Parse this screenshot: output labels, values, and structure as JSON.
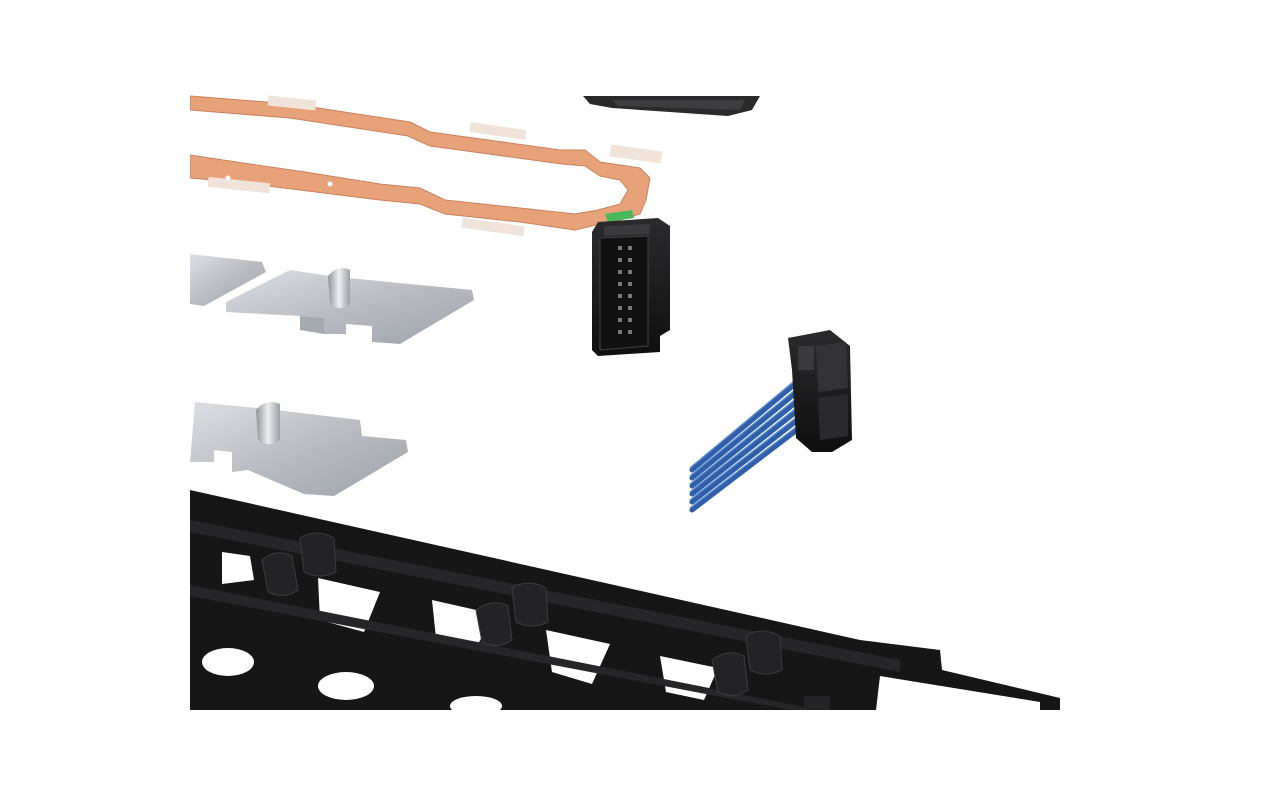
{
  "scene": {
    "background_color": "#ffffff",
    "components": [
      {
        "name": "copper-busbar-flex-circuit",
        "color": "#e8a27a"
      },
      {
        "name": "black-pin-header-connector",
        "color": "#1d1d1f"
      },
      {
        "name": "wire-harness-connector",
        "color": "#222224"
      },
      {
        "name": "blue-wire-bundle",
        "color": "#2f5fa8"
      },
      {
        "name": "aluminum-busbar-plate",
        "color": "#c2c6cb"
      },
      {
        "name": "black-cell-holder-frame",
        "color": "#161616"
      },
      {
        "name": "dark-cover-part",
        "color": "#2a2a2a"
      }
    ]
  }
}
